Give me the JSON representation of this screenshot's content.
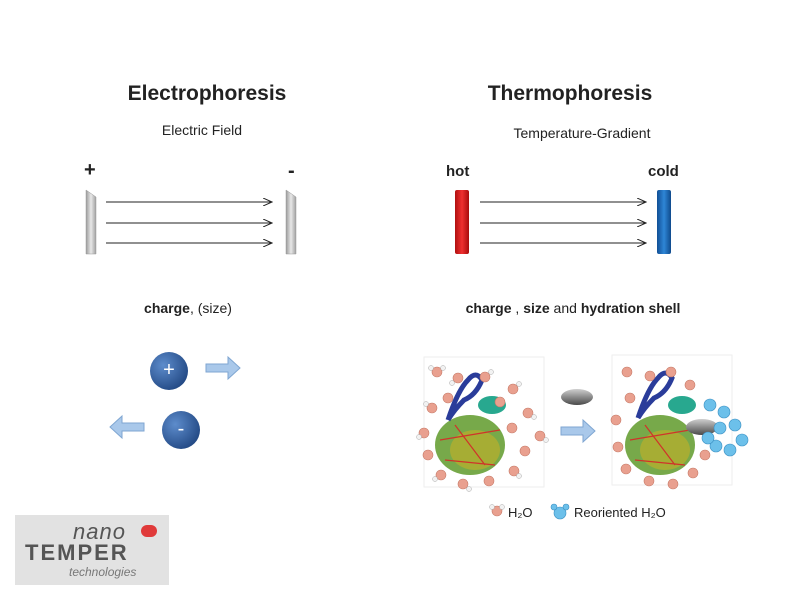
{
  "left": {
    "title": "Electrophoresis",
    "subtitle": "Electric Field",
    "plus_label": "+",
    "minus_label": "-",
    "description": {
      "bold": "charge",
      "rest": ", (size)"
    },
    "particle_pos_sign": "+",
    "particle_neg_sign": "-"
  },
  "right": {
    "title": "Thermophoresis",
    "subtitle": "Temperature-Gradient",
    "hot_label": "hot",
    "cold_label": "cold",
    "description": {
      "p1": "charge",
      "p2": " , ",
      "p3": "size",
      "p4": " and ",
      "p5": "hydration shell"
    },
    "legend": {
      "h2o": "H₂O",
      "reoriented": "Reoriented H₂O"
    }
  },
  "logo": {
    "line1": "nano",
    "line2": "TEMPER",
    "line3": "technologies"
  },
  "colors": {
    "hot": "#d81e1e",
    "cold": "#1d6fbf",
    "particle": "#2f5f9f",
    "arrow_fill": "#a9c8ea",
    "water": "#e9a08f",
    "reoriented_water": "#6cc0ea",
    "logo_red": "#e03a3a"
  }
}
